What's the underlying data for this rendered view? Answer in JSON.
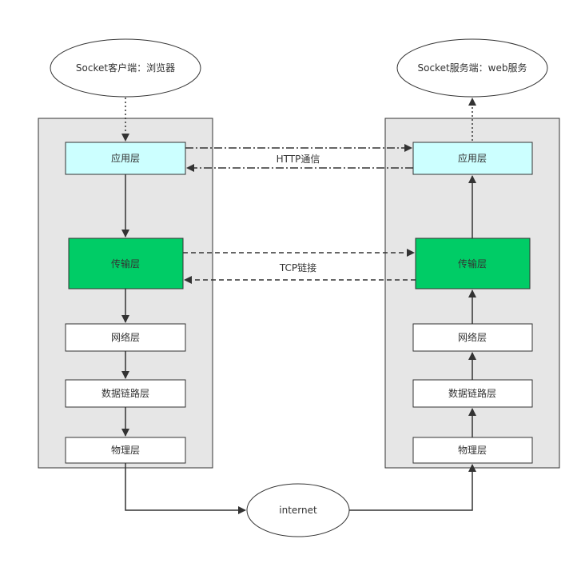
{
  "client": {
    "title": "Socket客户端：浏览器",
    "layers": [
      "应用层",
      "传输层",
      "网络层",
      "数据链路层",
      "物理层"
    ]
  },
  "server": {
    "title": "Socket服务端：web服务",
    "layers": [
      "应用层",
      "传输层",
      "网络层",
      "数据链路层",
      "物理层"
    ]
  },
  "links": {
    "http": "HTTP通信",
    "tcp": "TCP链接"
  },
  "network": {
    "label": "internet"
  },
  "colors": {
    "container_fill": "#e6e6e6",
    "app_layer_fill": "#ccffff",
    "transport_layer_fill": "#00cc66",
    "plain_layer_fill": "#ffffff",
    "stroke": "#333333"
  }
}
